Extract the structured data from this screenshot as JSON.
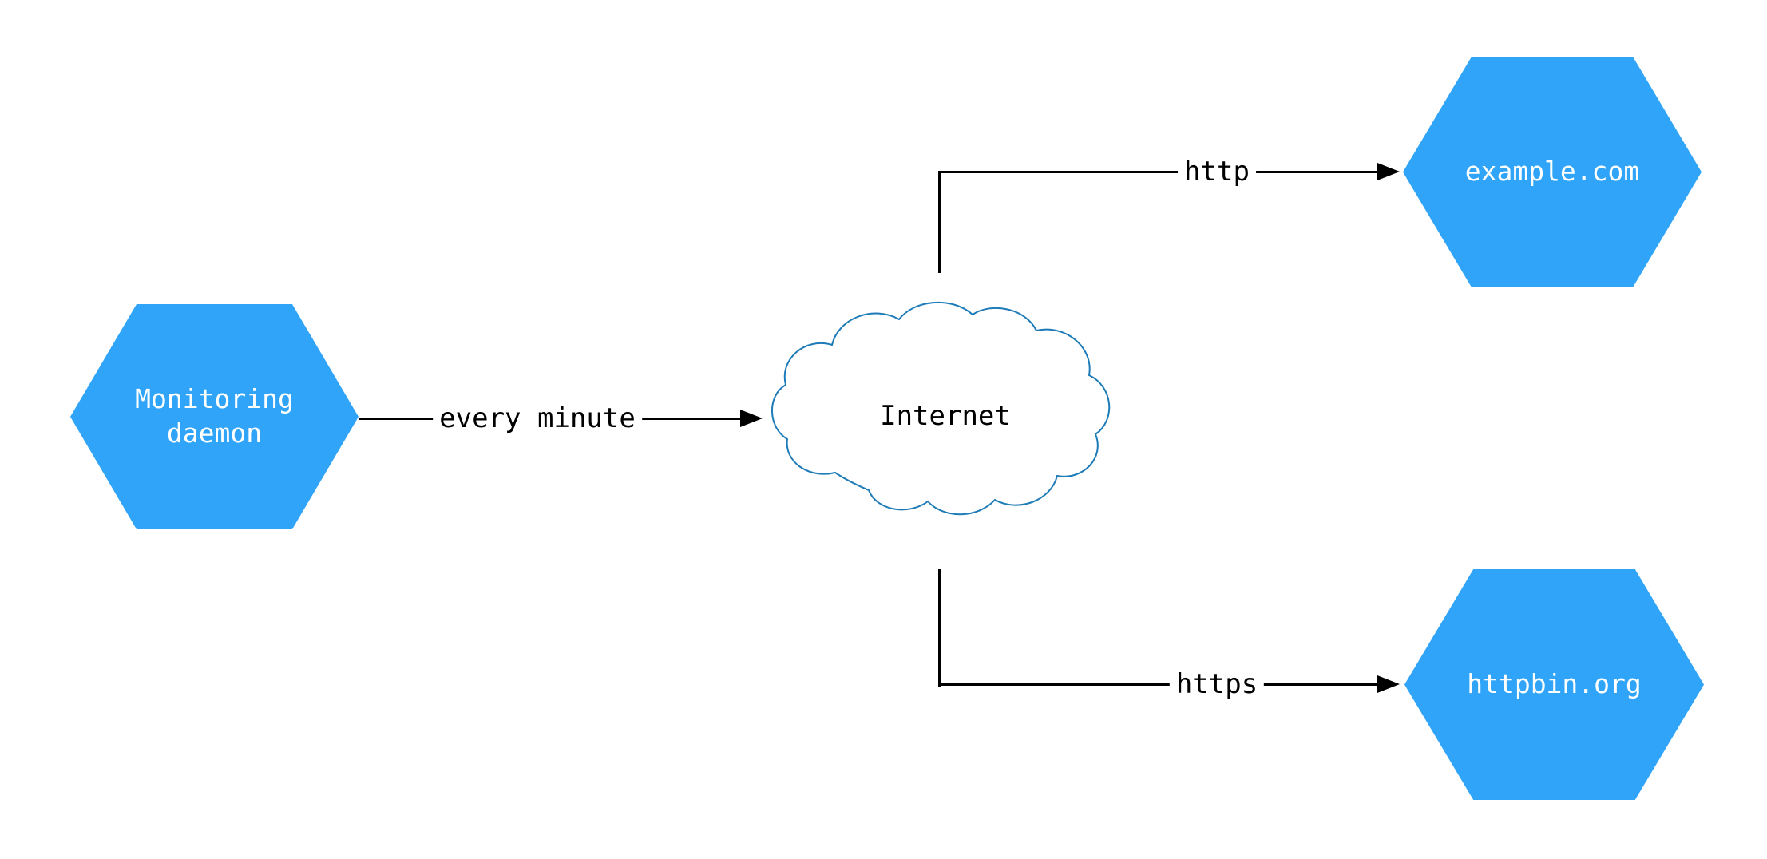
{
  "colors": {
    "node-fill": "#2fa4f8",
    "node-text": "#ffffff",
    "cloud-fill": "#ffffff",
    "cloud-stroke": "#1d7bb8",
    "edge-color": "#000000"
  },
  "nodes": {
    "monitoring": {
      "label": "Monitoring\ndaemon"
    },
    "internet": {
      "label": "Internet"
    },
    "example": {
      "label": "example.com"
    },
    "httpbin": {
      "label": "httpbin.org"
    }
  },
  "edges": {
    "every_minute": {
      "label": "every minute"
    },
    "http": {
      "label": "http"
    },
    "https": {
      "label": "https"
    }
  }
}
